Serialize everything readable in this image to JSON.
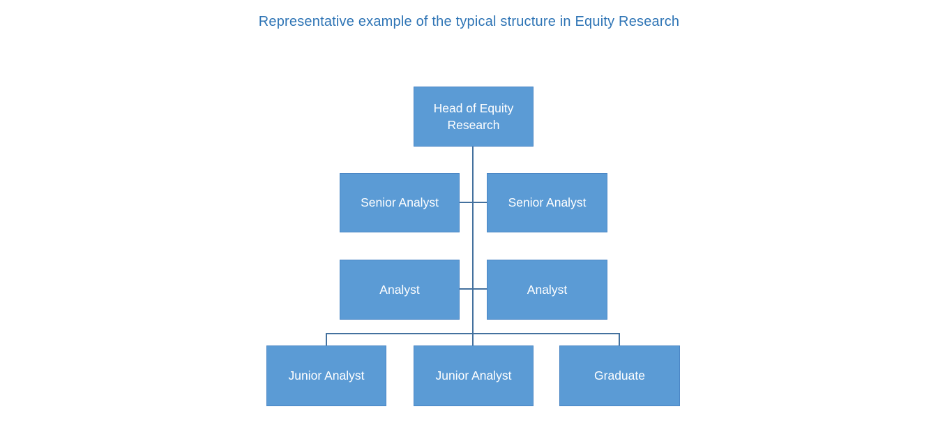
{
  "title": "Representative example of the typical structure in Equity Research",
  "colors": {
    "title_text": "#2E74B5",
    "box_fill": "#5B9BD5",
    "box_border": "#4A86C5",
    "box_text": "#FFFFFF",
    "connector": "#44719E"
  },
  "org_chart": {
    "type": "org-tree",
    "levels": [
      {
        "name": "level-1",
        "nodes": [
          {
            "label": "Head of Equity Research"
          }
        ]
      },
      {
        "name": "level-2",
        "nodes": [
          {
            "label": "Senior Analyst"
          },
          {
            "label": "Senior Analyst"
          }
        ]
      },
      {
        "name": "level-3",
        "nodes": [
          {
            "label": "Analyst"
          },
          {
            "label": "Analyst"
          }
        ]
      },
      {
        "name": "level-4",
        "nodes": [
          {
            "label": "Junior Analyst"
          },
          {
            "label": "Junior Analyst"
          },
          {
            "label": "Graduate"
          }
        ]
      }
    ]
  }
}
